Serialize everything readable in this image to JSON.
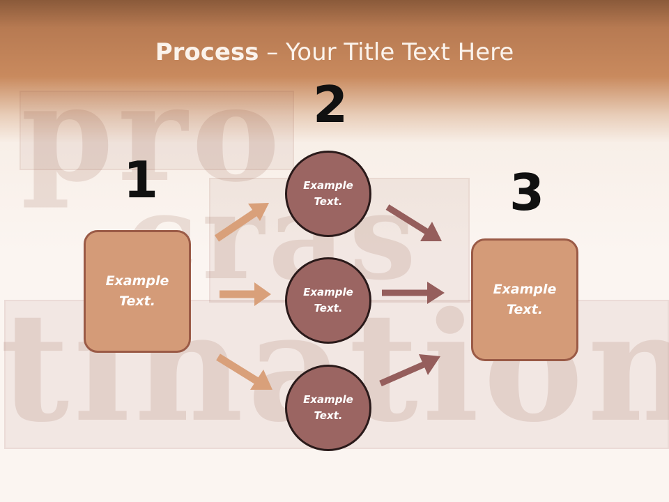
{
  "title": {
    "bold": "Process",
    "rest": " – Your Title Text Here"
  },
  "numbers": [
    "1",
    "2",
    "3"
  ],
  "box_left": {
    "line1": "Example",
    "line2": "Text."
  },
  "box_right": {
    "line1": "Example",
    "line2": "Text."
  },
  "circles": [
    {
      "line1": "Example",
      "line2": "Text."
    },
    {
      "line1": "Example",
      "line2": "Text."
    },
    {
      "line1": "Example",
      "line2": "Text."
    }
  ],
  "colors": {
    "header": "#c98a5e",
    "box_fill": "#d49b78",
    "circle_fill": "#9b6562",
    "arrow_light": "#d9a07a",
    "arrow_dark": "#955e5c"
  }
}
